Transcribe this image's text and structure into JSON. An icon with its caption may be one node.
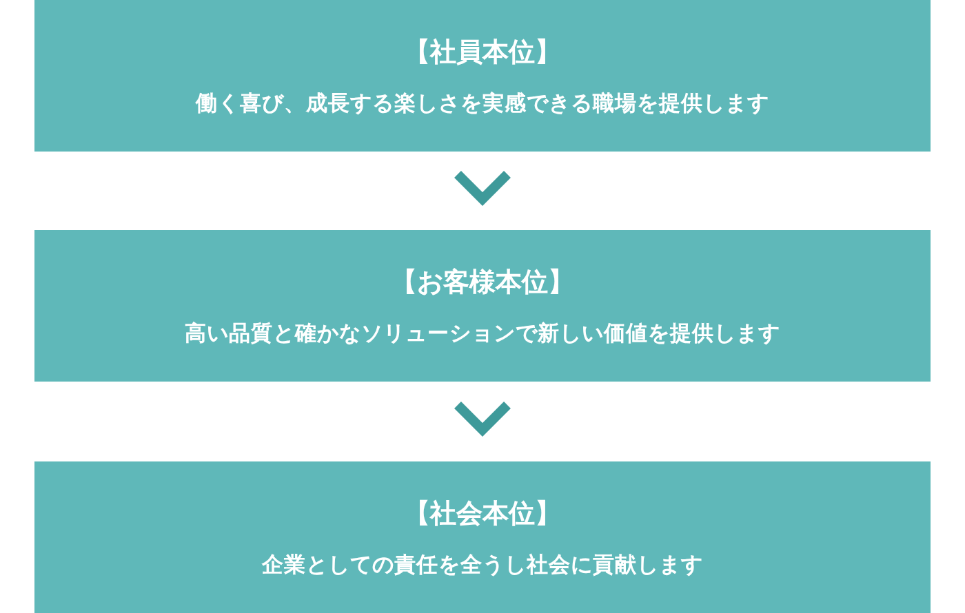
{
  "diagram": {
    "nodes": [
      {
        "text": [
          "【社員本位】",
          "働く喜び、成長する楽しさを実感できる職場を提供します"
        ]
      },
      {
        "text": [
          "【お客様本位】",
          "高い品質と確かなソリューションで新しい価値を提供します"
        ]
      },
      {
        "text": [
          "【社会本位】",
          "企業としての責任を全うし社会に貢献します"
        ]
      }
    ],
    "edges": [
      {
        "from": 0,
        "to": 1,
        "arrow": "to"
      },
      {
        "from": 1,
        "to": 2,
        "arrow": "to"
      }
    ]
  }
}
